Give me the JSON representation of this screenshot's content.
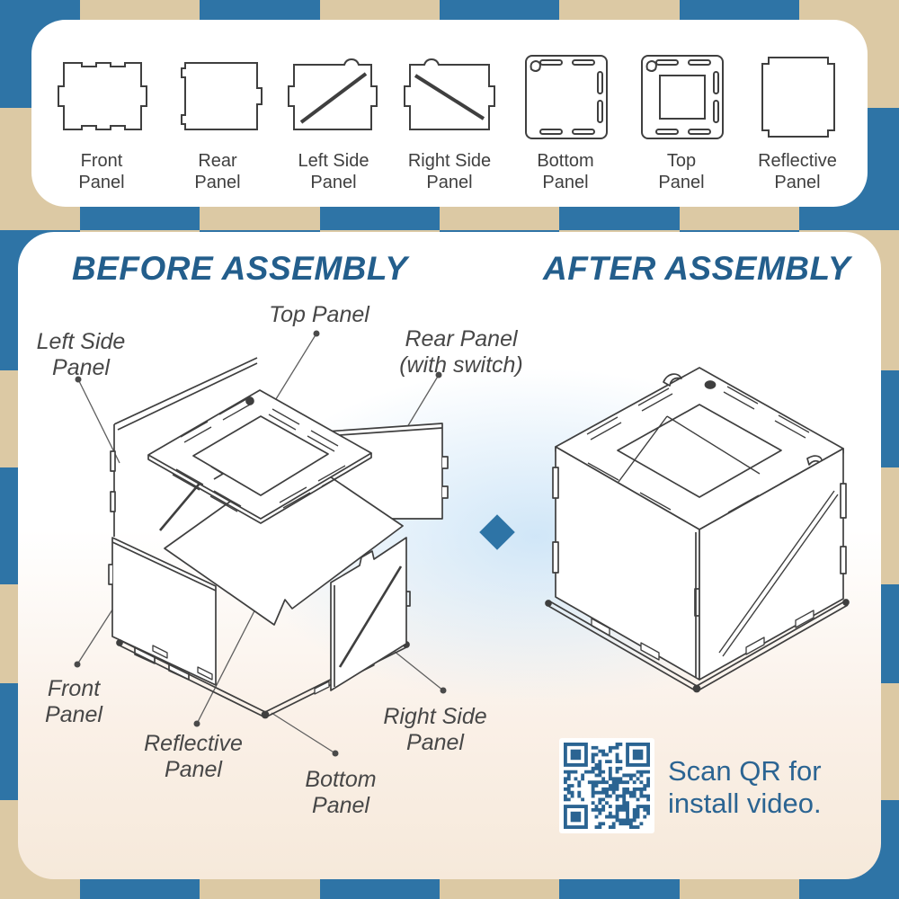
{
  "colors": {
    "checker_blue": "#2e74a6",
    "checker_tan": "#dcc9a4",
    "heading_blue": "#235e8c",
    "label_gray": "#474747",
    "line_art": "#3f3f3f",
    "qr_blue": "#2b6492",
    "diamond_blue": "#2e74a6"
  },
  "panel_strip": {
    "items": [
      {
        "icon": "front-panel-icon",
        "line1": "Front",
        "line2": "Panel"
      },
      {
        "icon": "rear-panel-icon",
        "line1": "Rear",
        "line2": "Panel"
      },
      {
        "icon": "left-side-panel-icon",
        "line1": "Left Side",
        "line2": "Panel"
      },
      {
        "icon": "right-side-panel-icon",
        "line1": "Right Side",
        "line2": "Panel"
      },
      {
        "icon": "bottom-panel-icon",
        "line1": "Bottom",
        "line2": "Panel"
      },
      {
        "icon": "top-panel-icon",
        "line1": "Top",
        "line2": "Panel"
      },
      {
        "icon": "reflective-panel-icon",
        "line1": "Reflective",
        "line2": "Panel"
      }
    ]
  },
  "assembly": {
    "before_title": "BEFORE ASSEMBLY",
    "after_title": "AFTER ASSEMBLY",
    "callouts": [
      {
        "id": "top-panel",
        "line1": "Top Panel",
        "line2": ""
      },
      {
        "id": "left-side-panel",
        "line1": "Left Side",
        "line2": "Panel"
      },
      {
        "id": "rear-panel",
        "line1": "Rear Panel",
        "line2": "(with switch)"
      },
      {
        "id": "front-panel",
        "line1": "Front",
        "line2": "Panel"
      },
      {
        "id": "reflective-panel",
        "line1": "Reflective",
        "line2": "Panel"
      },
      {
        "id": "bottom-panel",
        "line1": "Bottom",
        "line2": "Panel"
      },
      {
        "id": "right-side-panel",
        "line1": "Right Side",
        "line2": "Panel"
      }
    ]
  },
  "qr": {
    "caption_line1": "Scan QR for",
    "caption_line2": "install video."
  }
}
